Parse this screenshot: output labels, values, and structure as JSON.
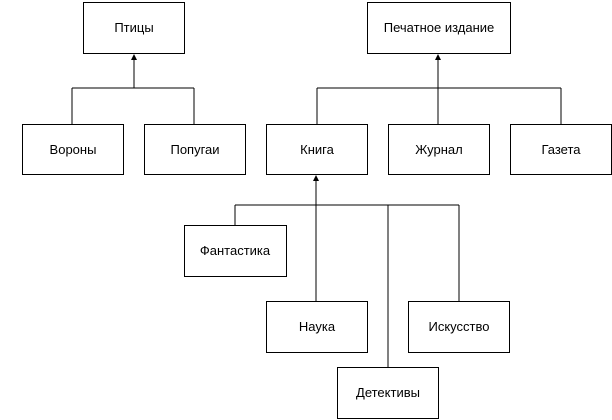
{
  "diagram": {
    "type": "class-hierarchy",
    "colors": {
      "stroke": "#000000",
      "fill": "#ffffff",
      "text": "#000000"
    },
    "nodes": [
      {
        "id": "birds",
        "label": "Птицы"
      },
      {
        "id": "crows",
        "label": "Вороны"
      },
      {
        "id": "parrots",
        "label": "Попугаи"
      },
      {
        "id": "printed",
        "label": "Печатное издание"
      },
      {
        "id": "book",
        "label": "Книга"
      },
      {
        "id": "magazine",
        "label": "Журнал"
      },
      {
        "id": "newspaper",
        "label": "Газета"
      },
      {
        "id": "fantasy",
        "label": "Фантастика"
      },
      {
        "id": "science",
        "label": "Наука"
      },
      {
        "id": "art",
        "label": "Искусство"
      },
      {
        "id": "detective",
        "label": "Детективы"
      }
    ],
    "inheritance": [
      {
        "parent": "birds",
        "children": [
          "crows",
          "parrots"
        ]
      },
      {
        "parent": "printed",
        "children": [
          "book",
          "magazine",
          "newspaper"
        ]
      },
      {
        "parent": "book",
        "children": [
          "fantasy",
          "science",
          "detective",
          "art"
        ]
      }
    ]
  }
}
